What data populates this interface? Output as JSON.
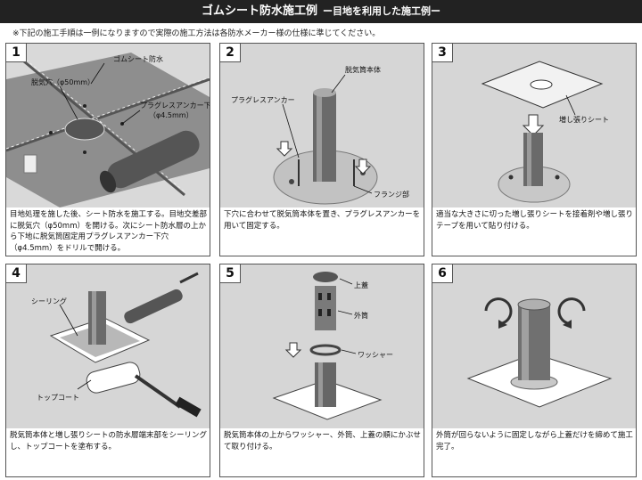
{
  "header": {
    "title": "ゴムシート防水施工例",
    "subtitle": "ー目地を利用した施工例ー"
  },
  "note": "※下記の施工手順は一例になりますので実際の施工方法は各防水メーカー様の仕様に準じてください。",
  "steps": [
    {
      "num": "1",
      "labels": [
        "ゴムシート防水",
        "脱気穴（φ50mm）",
        "プラグレスアンカー下穴",
        "（φ4.5mm）"
      ],
      "caption": "目地処理を施した後、シート防水を施工する。目地交差部に脱気穴（φ50mm）を開ける。次にシート防水層の上から下地に脱気筒固定用プラグレスアンカー下穴（φ4.5mm）をドリルで開ける。"
    },
    {
      "num": "2",
      "labels": [
        "脱気筒本体",
        "プラグレスアンカー",
        "フランジ部"
      ],
      "caption": "下穴に合わせて脱気筒本体を置き、プラグレスアンカーを用いて固定する。"
    },
    {
      "num": "3",
      "labels": [
        "増し張りシート"
      ],
      "caption": "適当な大きさに切った増し張りシートを接着剤や増し張りテープを用いて貼り付ける。"
    },
    {
      "num": "4",
      "labels": [
        "シーリング",
        "トップコート"
      ],
      "caption": "脱気筒本体と増し張りシートの防水層端末部をシーリングし、トップコートを塗布する。"
    },
    {
      "num": "5",
      "labels": [
        "上蓋",
        "外筒",
        "ワッシャー"
      ],
      "caption": "脱気筒本体の上からワッシャー、外筒、上蓋の順にかぶせて取り付ける。"
    },
    {
      "num": "6",
      "labels": [],
      "caption": "外筒が回らないように固定しながら上蓋だけを締めて施工完了。"
    }
  ]
}
